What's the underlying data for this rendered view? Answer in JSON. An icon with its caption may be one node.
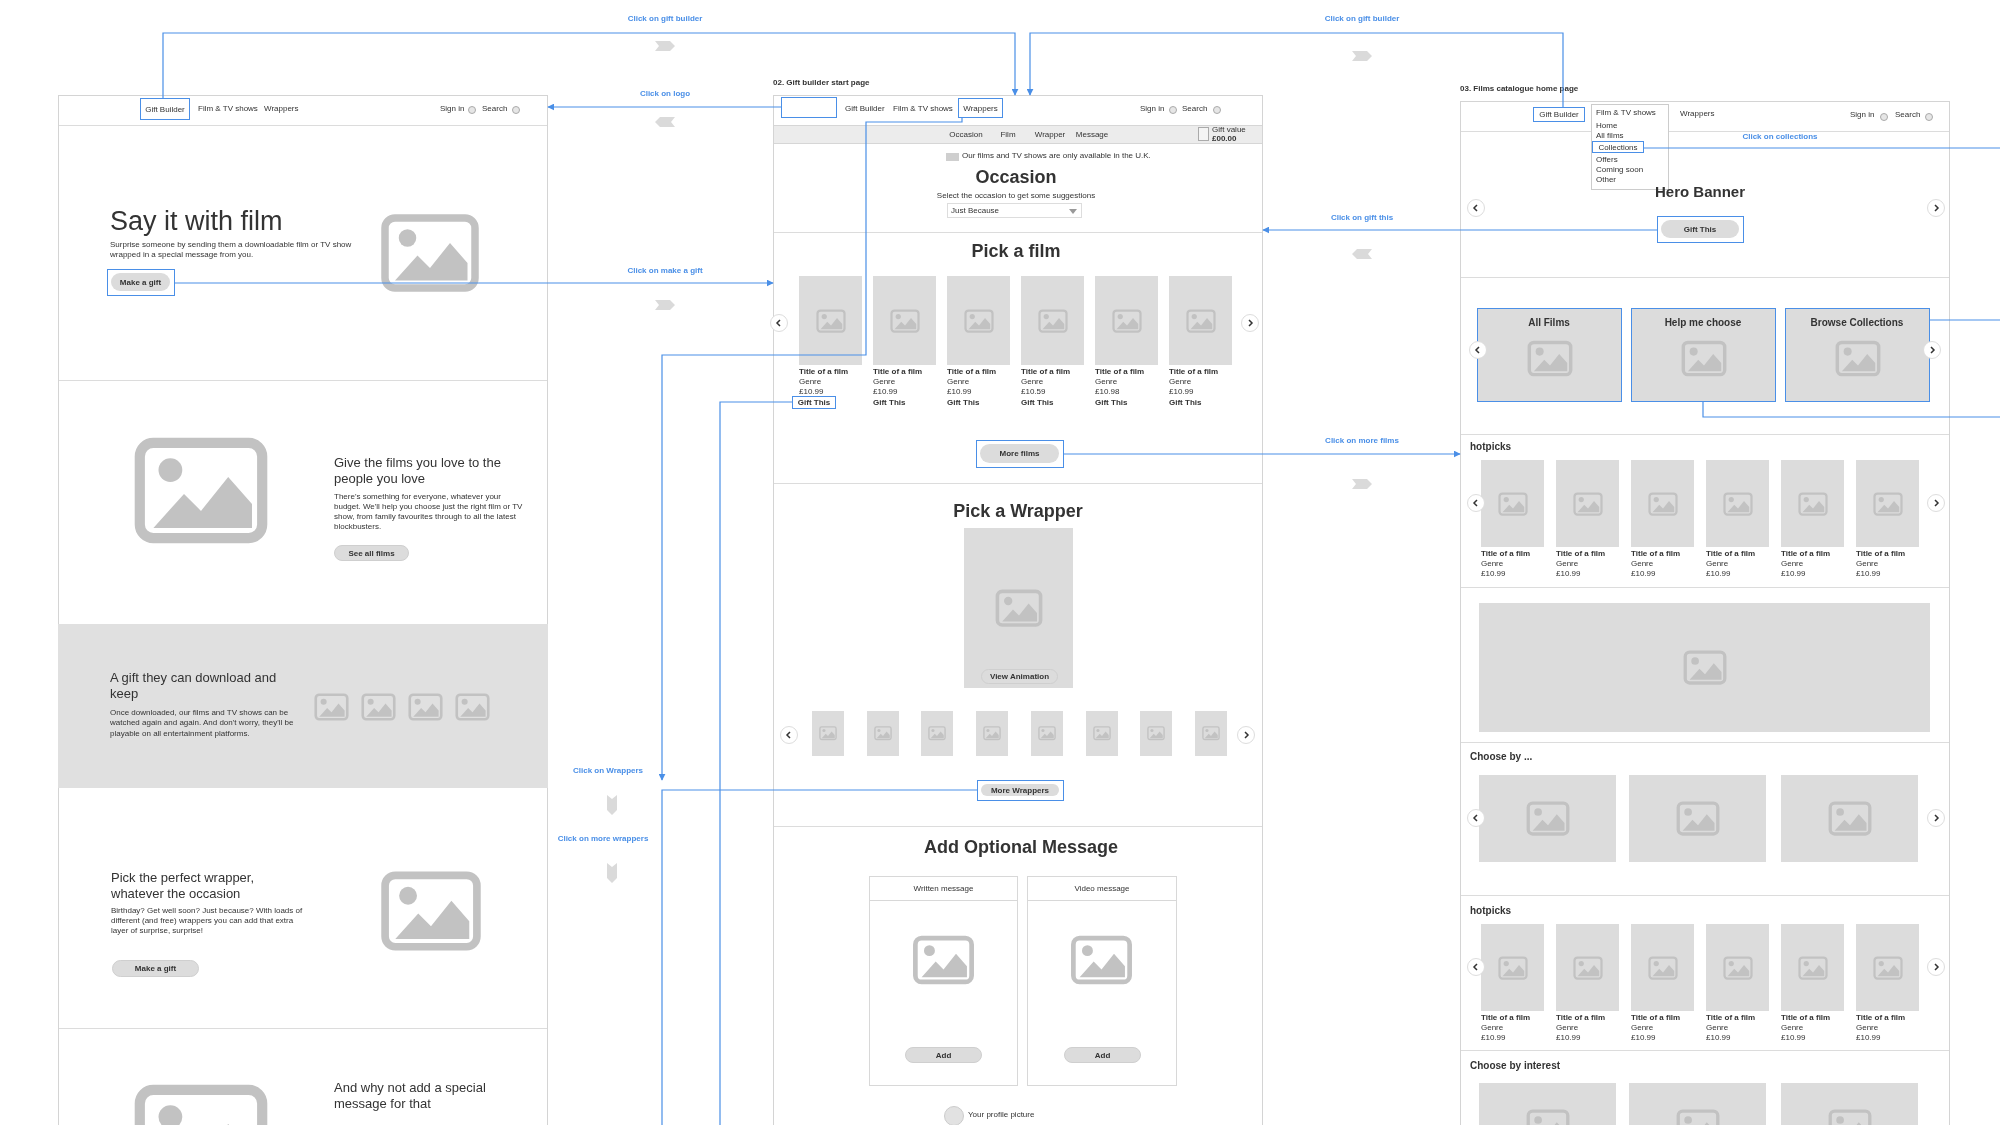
{
  "diagram": {
    "nodes": [
      {
        "text": [],
        "shape": "box"
      },
      {
        "text": [
          "Gift Builder"
        ],
        "in": 0
      },
      {
        "text": [
          "Make a gift"
        ],
        "in": 0
      },
      {
        "text": [
          "See all films"
        ],
        "in": 0
      },
      {
        "text": [
          "A gift they can download and keep",
          "Once downloaded, our films and TV shows can be watched again and again. And don't worry, they'll be playable on all entertainment platforms."
        ],
        "in": 0
      },
      {
        "text": [
          "Make a gift"
        ],
        "in": 0
      },
      {
        "text": [
          "02. Gift builder start page"
        ]
      },
      {
        "text": [],
        "shape": "box",
        "in": 6
      },
      {
        "text": [
          "Wrappers"
        ],
        "in": 6
      },
      {
        "text": [
          "Just Because"
        ],
        "in": 6
      },
      {
        "text": [
          "Gift This"
        ],
        "in": 6
      },
      {
        "text": [
          "More films"
        ],
        "in": 6
      },
      {
        "text": [
          "View Animation"
        ],
        "in": 6
      },
      {
        "text": [
          "More Wrappers"
        ],
        "in": 6
      },
      {
        "text": [
          "Written message"
        ],
        "in": 6
      },
      {
        "text": [
          "Add"
        ],
        "in": 14
      },
      {
        "text": [
          "Video message"
        ],
        "in": 6
      },
      {
        "text": [
          "Add"
        ],
        "in": 16
      },
      {
        "text": [
          "03. Films catalogue home page"
        ]
      },
      {
        "text": [
          "Gift Builder"
        ],
        "in": 18
      },
      {
        "text": [
          "Collections"
        ],
        "in": 18
      },
      {
        "text": [
          "Gift This"
        ],
        "in": 18
      },
      {
        "text": [
          "All Films"
        ],
        "in": 18
      },
      {
        "text": [
          "Help me choose"
        ],
        "in": 18
      },
      {
        "text": [
          "Browse Collections"
        ],
        "in": 18
      }
    ],
    "edges": [
      {
        "from": 1,
        "to": 6,
        "arrow": "to",
        "label": "Click on gift builder"
      },
      {
        "from": 19,
        "to": 6,
        "arrow": "to",
        "label": "Click on gift builder"
      },
      {
        "from": 7,
        "to": 0,
        "arrow": "to",
        "label": "Click on logo"
      },
      {
        "from": 2,
        "to": 6,
        "arrow": "to",
        "label": "Click on make a gift"
      },
      {
        "from": 21,
        "to": 6,
        "arrow": "to",
        "label": "Click on gift this"
      },
      {
        "from": 11,
        "to": 18,
        "arrow": "to",
        "label": "Click on more films"
      },
      {
        "from": 20,
        "to": null,
        "arrow": "none",
        "label": "Click on collections"
      },
      {
        "from": 24,
        "to": null,
        "arrow": "none"
      },
      {
        "from": 23,
        "to": null,
        "arrow": "none"
      },
      {
        "from": 8,
        "to": null,
        "arrow": "to",
        "label": "Click on Wrappers"
      },
      {
        "from": 10,
        "to": null,
        "arrow": "none"
      },
      {
        "from": 13,
        "to": null,
        "arrow": "none",
        "label": "Click on more wrappers"
      }
    ],
    "labels": [
      "Film & TV shows",
      "Wrappers",
      "Sign in",
      "Search",
      "Say it with film",
      "Surprise someone by sending them a downloadable film or TV show wrapped in a special message from you.",
      "Give the films you love to the people you love",
      "There's something for everyone, whatever your budget. We'll help you choose just the right film or TV show, from family favourites through to all the latest blockbusters.",
      "Pick the perfect wrapper, whatever the occasion",
      "Birthday? Get well soon? Just because? With loads of different (and free) wrappers you can add that extra layer of surprise, surprise!",
      "And why not add a special message for that",
      "Gift Builder",
      "Film & TV shows",
      "Sign in",
      "Search",
      "Occasion",
      "Film",
      "Wrapper",
      "Message",
      "Gift value",
      "£00.00",
      "Our films and TV shows are only available in the U.K.",
      "Occasion",
      "Select the occasion to get some suggestions",
      "Pick a film",
      "Title of a film",
      "Genre",
      "£10.99",
      "Title of a film",
      "Genre",
      "£10.99",
      "Gift This",
      "Title of a film",
      "Genre",
      "£10.99",
      "Gift This",
      "Title of a film",
      "Genre",
      "£10.59",
      "Gift This",
      "Title of a film",
      "Genre",
      "£10.98",
      "Gift This",
      "Title of a film",
      "Genre",
      "£10.99",
      "Gift This",
      "Pick a Wrapper",
      "Add Optional Message",
      "Your profile picture",
      "Film & TV shows",
      "Home",
      "All films",
      "Offers",
      "Coming soon",
      "Other",
      "Wrappers",
      "Sign in",
      "Search",
      "Hero Banner",
      "hotpicks",
      "Title of a film",
      "Genre",
      "£10.99",
      "Title of a film",
      "Genre",
      "£10.99",
      "Title of a film",
      "Genre",
      "£10.99",
      "Title of a film",
      "Genre",
      "£10.99",
      "Title of a film",
      "Genre",
      "£10.99",
      "Title of a film",
      "Genre",
      "£10.99",
      "Choose by ...",
      "hotpicks",
      "Title of a film",
      "Genre",
      "£10.99",
      "Title of a film",
      "Genre",
      "£10.99",
      "Title of a film",
      "Genre",
      "£10.99",
      "Title of a film",
      "Genre",
      "£10.99",
      "Title of a film",
      "Genre",
      "£10.99",
      "Title of a film",
      "Genre",
      "£10.99",
      "Choose by interest"
    ]
  }
}
